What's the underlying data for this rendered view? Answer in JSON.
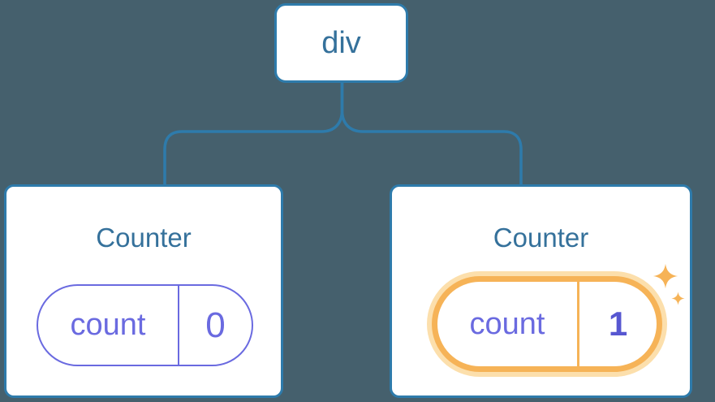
{
  "tree": {
    "root": {
      "label": "div"
    },
    "children": [
      {
        "title": "Counter",
        "state": {
          "key": "count",
          "value": "0"
        },
        "highlighted": false
      },
      {
        "title": "Counter",
        "state": {
          "key": "count",
          "value": "1"
        },
        "highlighted": true
      }
    ]
  },
  "colors": {
    "background": "#45606d",
    "line_blue": "#2e7bab",
    "heading_blue": "#35719b",
    "state_purple": "#6a6ae0",
    "value_indigo_bold": "#5757d1",
    "highlight_orange": "#f6b357",
    "highlight_glow": "#fcdfac",
    "card_white": "#ffffff"
  }
}
